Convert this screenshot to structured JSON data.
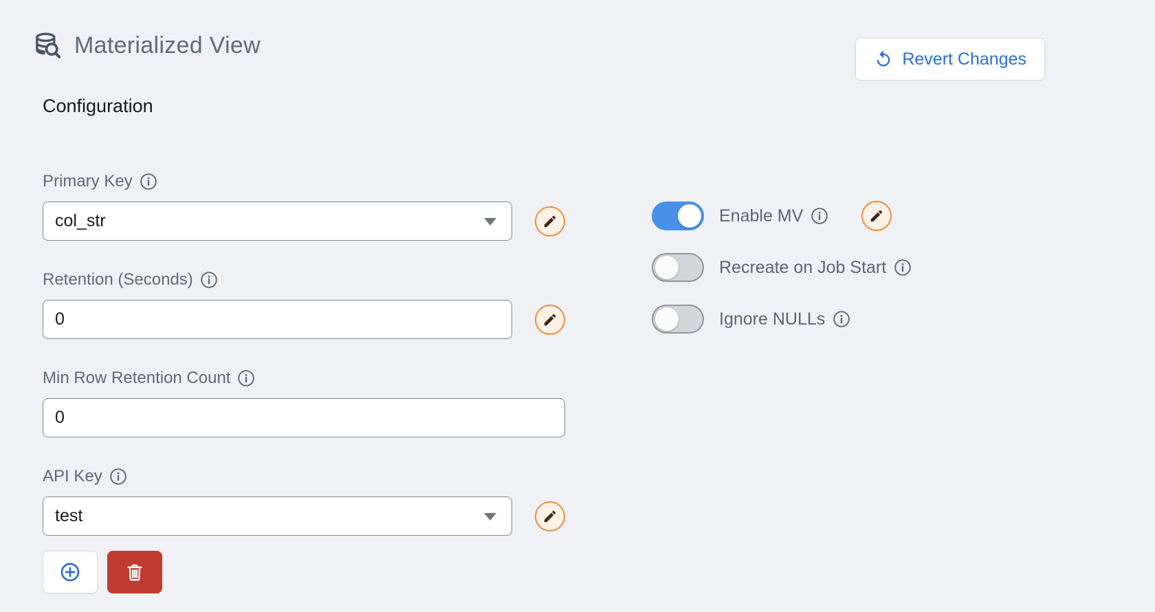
{
  "colors": {
    "page_background": "#eff1f4",
    "accent_blue": "#2b6fd6",
    "toggle_on_blue": "#4a90e8",
    "edit_orange": "#ee8c3c",
    "edit_fill_cream": "#fcf2e5",
    "delete_red": "#c23b31",
    "label_gray": "#5f6a74",
    "input_border_gray": "#82898f"
  },
  "header": {
    "icon": "database-search-icon",
    "title": "Materialized View",
    "revert_button": {
      "icon": "revert-icon",
      "label": "Revert Changes"
    }
  },
  "section_heading": "Configuration",
  "fields": [
    {
      "label": "Primary Key",
      "info_icon": "info-icon",
      "type": "dropdown",
      "value": "col_str",
      "caret_icon": "caret-down-icon",
      "edit_icon": "pencil-icon"
    },
    {
      "label": "Retention (Seconds)",
      "info_icon": "info-icon",
      "type": "text-input",
      "value": "0",
      "edit_icon": "pencil-icon"
    },
    {
      "label": "Min Row Retention Count",
      "info_icon": "info-icon",
      "type": "text-input",
      "value": "0"
    },
    {
      "label": "API Key",
      "info_icon": "info-icon",
      "type": "dropdown",
      "value": "test",
      "caret_icon": "caret-down-icon",
      "edit_icon": "pencil-icon"
    }
  ],
  "toggles": [
    {
      "label": "Enable MV",
      "state": "on",
      "info_icon": "info-icon",
      "edit_icon": "pencil-icon"
    },
    {
      "label": "Recreate on Job Start",
      "state": "off",
      "info_icon": "info-icon"
    },
    {
      "label": "Ignore NULLs",
      "state": "off",
      "info_icon": "info-icon"
    }
  ],
  "row_actions": {
    "add": {
      "icon": "circle-plus-icon"
    },
    "delete": {
      "icon": "trash-icon"
    }
  }
}
